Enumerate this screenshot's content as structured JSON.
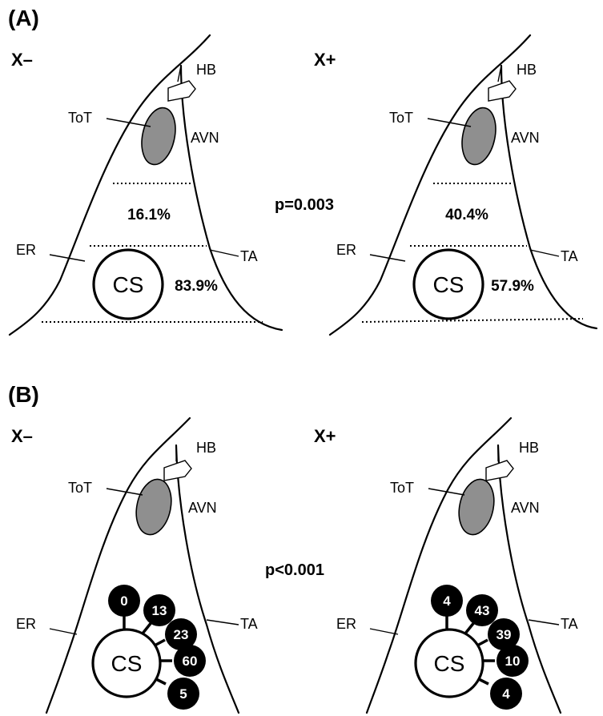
{
  "panels": {
    "a": {
      "label": "(A)",
      "p_value": "p=0.003"
    },
    "b": {
      "label": "(B)",
      "p_value": "p<0.001"
    }
  },
  "groups": {
    "neg": "X–",
    "pos": "X+"
  },
  "anatomy": {
    "hb": "HB",
    "tot": "ToT",
    "avn": "AVN",
    "er": "ER",
    "ta": "TA",
    "cs": "CS"
  },
  "panel_a": {
    "neg": {
      "upper_pct": "16.1%",
      "lower_pct": "83.9%"
    },
    "pos": {
      "upper_pct": "40.4%",
      "lower_pct": "57.9%"
    }
  },
  "panel_b": {
    "neg": [
      "0",
      "13",
      "23",
      "60",
      "5"
    ],
    "pos": [
      "4",
      "43",
      "39",
      "10",
      "4"
    ]
  },
  "colors": {
    "avn_fill": "#8f8f8f",
    "bubble_fill": "#000000",
    "background": "#ffffff"
  }
}
